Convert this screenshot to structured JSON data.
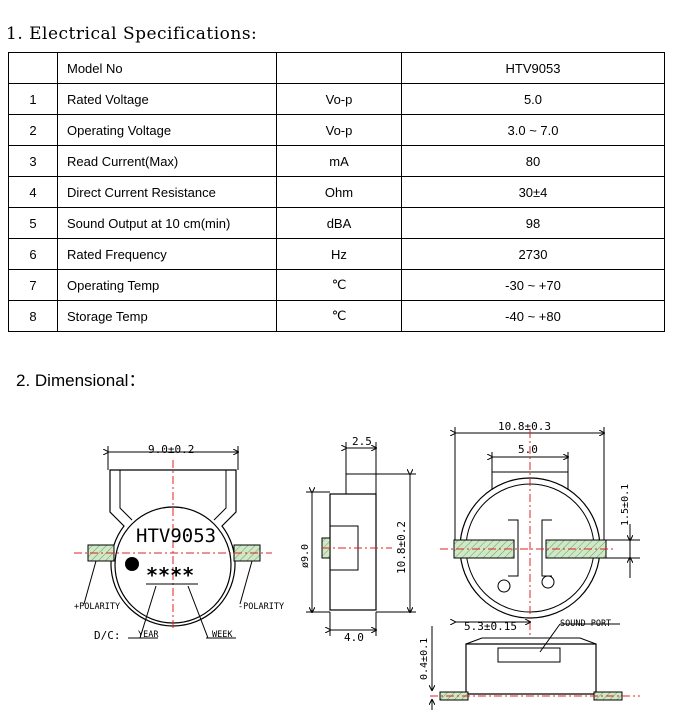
{
  "section1_title": "1. Electrical Specifications:",
  "section2_title": "2. Dimensional：",
  "table": {
    "header": {
      "no": "",
      "item": "Model No",
      "unit": "",
      "value": "HTV9053"
    },
    "rows": [
      {
        "no": "1",
        "item": "Rated Voltage",
        "unit": "Vo-p",
        "value": "5.0"
      },
      {
        "no": "2",
        "item": "Operating Voltage",
        "unit": "Vo-p",
        "value": "3.0 ~ 7.0"
      },
      {
        "no": "3",
        "item": "Read Current(Max)",
        "unit": "mA",
        "value": "80"
      },
      {
        "no": "4",
        "item": "Direct Current Resistance",
        "unit": "Ohm",
        "value": "30±4"
      },
      {
        "no": "5",
        "item": "Sound Output at 10 cm(min)",
        "unit": "dBA",
        "value": "98"
      },
      {
        "no": "6",
        "item": "Rated Frequency",
        "unit": "Hz",
        "value": "2730"
      },
      {
        "no": "7",
        "item": "Operating Temp",
        "unit": "℃",
        "value": "-30 ~ +70"
      },
      {
        "no": "8",
        "item": "Storage Temp",
        "unit": "℃",
        "value": "-40 ~ +80"
      }
    ]
  },
  "drawing": {
    "front": {
      "width_dim": "9.0±0.2",
      "model": "HTV9053",
      "marking": "****",
      "plus_polarity": "+POLARITY",
      "minus_polarity": "-POLARITY",
      "dc_label": "D/C:",
      "year_label": "YEAR",
      "week_label": "WEEK"
    },
    "side": {
      "top_dim": "2.5",
      "height_dim": "10.8±0.2",
      "diameter_dim": "ø9.0",
      "bottom_dim": "4.0"
    },
    "back": {
      "width_dim": "10.8±0.3",
      "inner_dim": "5.0",
      "right_dim": "1.5±0.1",
      "offset_dim": "5.3±0.15",
      "sound_port": "SOUND PORT",
      "thickness_dim": "0.4±0.1"
    }
  }
}
